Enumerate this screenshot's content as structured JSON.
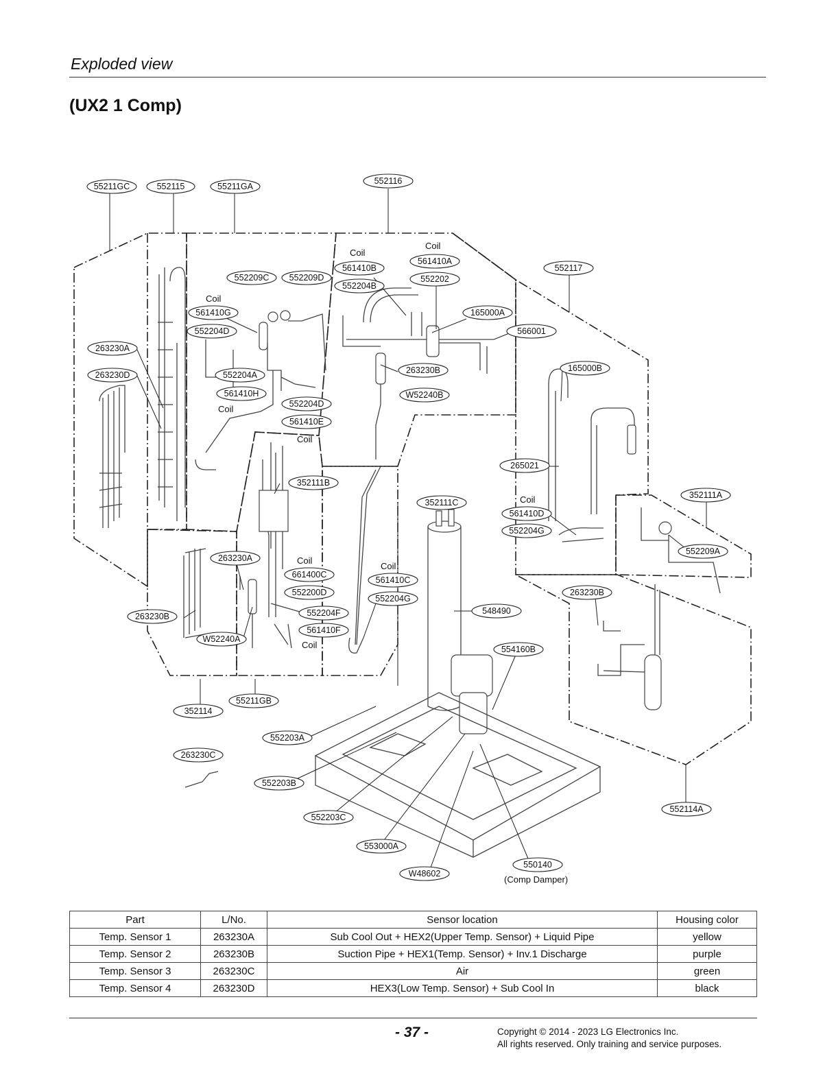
{
  "header": {
    "section": "Exploded view",
    "model": "(UX2 1 Comp)"
  },
  "parts": [
    "55211GC",
    "552115",
    "55211GA",
    "552116",
    "561410B",
    "561410A",
    "552209C",
    "552209D",
    "552202",
    "552204B",
    "561410G",
    "165000A",
    "552204D",
    "566001",
    "552117",
    "263230A",
    "263230D",
    "552204A",
    "263230B",
    "165000B",
    "561410H",
    "W52240B",
    "552204D",
    "561410E",
    "265021",
    "352111B",
    "352111C",
    "352111A",
    "561410D",
    "552204G",
    "552209A",
    "263230A",
    "661400C",
    "561410C",
    "552200D",
    "552204G",
    "263230B",
    "263230B",
    "552204F",
    "548490",
    "561410F",
    "W52240A",
    "554160B",
    "352114",
    "55211GB",
    "552203A",
    "263230C",
    "552203B",
    "552114A",
    "552203C",
    "553000A",
    "550140",
    "W48602"
  ],
  "notes": {
    "coil": "Coil",
    "comp_damper": "(Comp Damper)"
  },
  "sensor_table": {
    "headers": [
      "Part",
      "L/No.",
      "Sensor location",
      "Housing color"
    ],
    "rows": [
      [
        "Temp. Sensor 1",
        "263230A",
        "Sub Cool Out + HEX2(Upper Temp. Sensor) + Liquid Pipe",
        "yellow"
      ],
      [
        "Temp. Sensor 2",
        "263230B",
        "Suction Pipe + HEX1(Temp. Sensor) + Inv.1  Discharge",
        "purple"
      ],
      [
        "Temp. Sensor 3",
        "263230C",
        "Air",
        "green"
      ],
      [
        "Temp. Sensor 4",
        "263230D",
        "HEX3(Low Temp. Sensor) + Sub Cool In",
        "black"
      ]
    ]
  },
  "footer": {
    "page": "- 37 -",
    "copyright_line1": "Copyright © 2014 - 2023 LG Electronics Inc.",
    "copyright_line2": "All rights reserved. Only training and service purposes."
  }
}
